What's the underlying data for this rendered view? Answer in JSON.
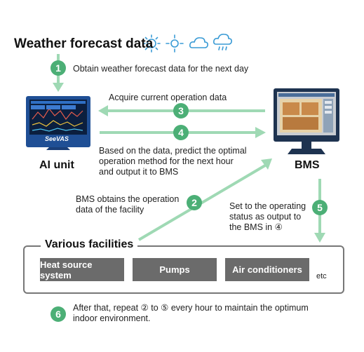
{
  "title": "Weather forecast data",
  "weather_icons": [
    "sun-icon",
    "sunny-icon",
    "cloud-icon",
    "rain-icon"
  ],
  "steps": [
    {
      "num": "1",
      "text": "Obtain weather forecast data for the next day"
    },
    {
      "num": "2",
      "text_lines": [
        "BMS obtains the operation",
        "data of the facility"
      ]
    },
    {
      "num": "3",
      "text": "Acquire current operation data"
    },
    {
      "num": "4",
      "text_lines": [
        "Based on the data, predict the optimal",
        "operation method for the next hour",
        "and output it to BMS"
      ]
    },
    {
      "num": "5",
      "text_lines": [
        "Set to the operating",
        "status as output to",
        "the BMS in ④"
      ]
    },
    {
      "num": "6",
      "text_lines": [
        "After that, repeat ② to ⑤ every hour to maintain the optimum",
        "indoor environment."
      ]
    }
  ],
  "ai_unit": {
    "label": "AI unit",
    "brand": "SeeVAS"
  },
  "bms": {
    "label": "BMS"
  },
  "facilities": {
    "title": "Various facilities",
    "items": [
      "Heat source system",
      "Pumps",
      "Air conditioners"
    ],
    "etc": "etc"
  },
  "colors": {
    "accent": "#4caf76",
    "arrow": "#9fd9b4",
    "facility_button": "#6b6b6b",
    "monitor_frame": "#1f4f95",
    "icon_blue": "#3a9bd5"
  }
}
